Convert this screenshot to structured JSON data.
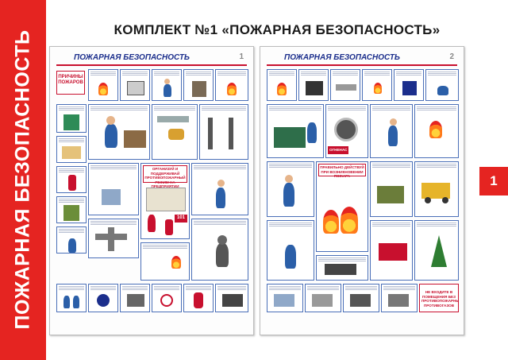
{
  "side_title": "ПОЖАРНАЯ БЕЗОПАСНОСТЬ",
  "main_title": "КОМПЛЕКТ №1 «ПОЖАРНАЯ БЕЗОПАСНОСТЬ»",
  "posters": [
    {
      "title": "ПОЖАРНАЯ БЕЗОПАСНОСТЬ",
      "number": "1",
      "causes_label": "ПРИЧИНЫ ПОЖАРОВ",
      "banner_red": "ОРГАНИЗУЙ И ПОДДЕРЖИВАЙ ПРОТИВОПОЖАРНЫЙ РЕЖИМ НА ПРЕДПРИЯТИИ",
      "marker_101": "101"
    },
    {
      "title": "ПОЖАРНАЯ БЕЗОПАСНОСТЬ",
      "number": "2",
      "banner_red": "ПРАВИЛЬНО ДЕЙСТВУЙ ПРИ ВОЗНИКНОВЕНИИ ПОЖАРА",
      "warn_box": "НЕ ВХОДИТЕ В ПОМЕЩЕНИЯ БЕЗ ПРОТИВОПОЖАРНЫХ ПРОТИВОГАЗОВ",
      "warn_label": "ОГНЕНАС"
    }
  ],
  "tab_number": "1",
  "colors": {
    "brand_red": "#e52421",
    "accent_blue": "#1b2e8c",
    "frame_blue": "#4a6fb8"
  }
}
